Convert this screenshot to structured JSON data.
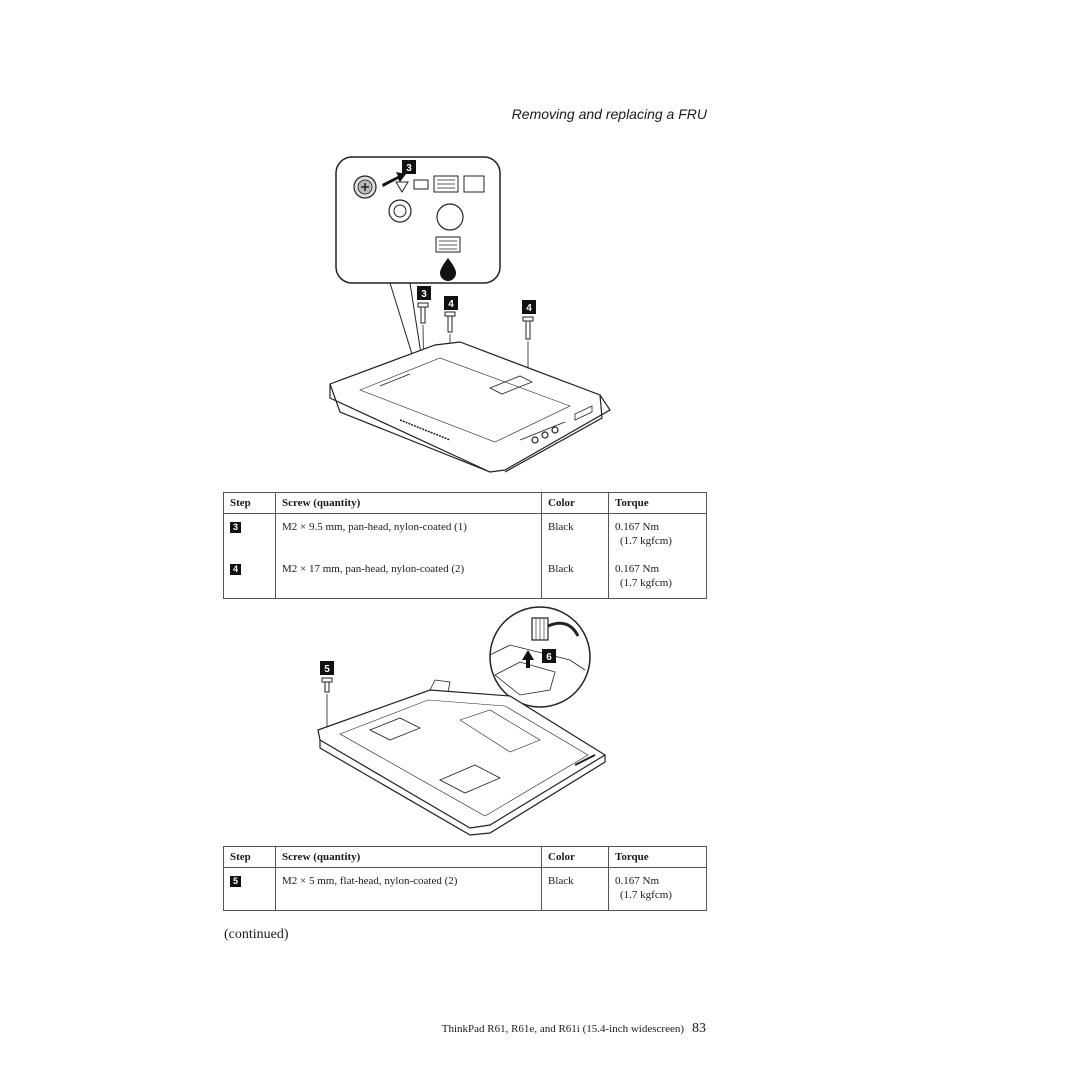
{
  "header": {
    "section_title": "Removing and replacing a FRU"
  },
  "figure1": {
    "callouts": [
      "3",
      "3",
      "4",
      "4"
    ]
  },
  "figure2": {
    "callouts": [
      "5",
      "5",
      "6"
    ]
  },
  "table1": {
    "headers": {
      "step": "Step",
      "screw": "Screw (quantity)",
      "color": "Color",
      "torque": "Torque"
    },
    "rows": [
      {
        "step": "3",
        "screw": "M2 × 9.5 mm, pan-head, nylon-coated (1)",
        "color": "Black",
        "torque": "0.167 Nm",
        "torque_alt": "(1.7 kgfcm)"
      },
      {
        "step": "4",
        "screw": "M2 × 17 mm, pan-head, nylon-coated (2)",
        "color": "Black",
        "torque": "0.167 Nm",
        "torque_alt": "(1.7 kgfcm)"
      }
    ]
  },
  "table2": {
    "headers": {
      "step": "Step",
      "screw": "Screw (quantity)",
      "color": "Color",
      "torque": "Torque"
    },
    "rows": [
      {
        "step": "5",
        "screw": "M2 × 5 mm, flat-head, nylon-coated (2)",
        "color": "Black",
        "torque": "0.167 Nm",
        "torque_alt": "(1.7 kgfcm)"
      }
    ]
  },
  "continued_text": "(continued)",
  "footer": {
    "book_title": "ThinkPad R61, R61e, and R61i (15.4-inch widescreen)",
    "page_number": "83"
  }
}
